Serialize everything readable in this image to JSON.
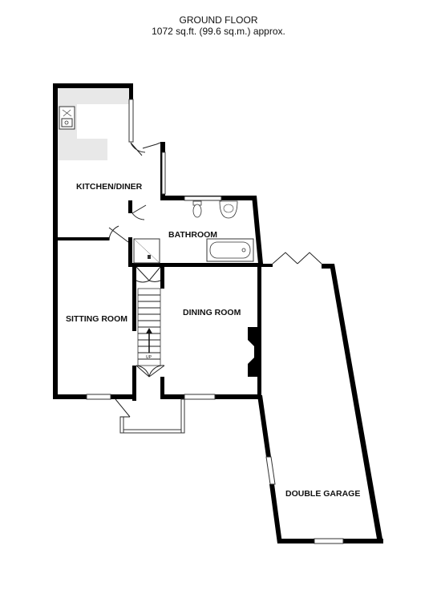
{
  "header": {
    "title": "GROUND FLOOR",
    "area": "1072 sq.ft. (99.6 sq.m.) approx."
  },
  "rooms": {
    "kitchen": "KITCHEN/DINER",
    "bathroom": "BATHROOM",
    "sitting": "SITTING ROOM",
    "dining": "DINING ROOM",
    "garage": "DOUBLE GARAGE"
  },
  "stairs": {
    "up_label": "UP"
  },
  "colors": {
    "wall": "#000000",
    "worktop": "#e8e8e8"
  }
}
